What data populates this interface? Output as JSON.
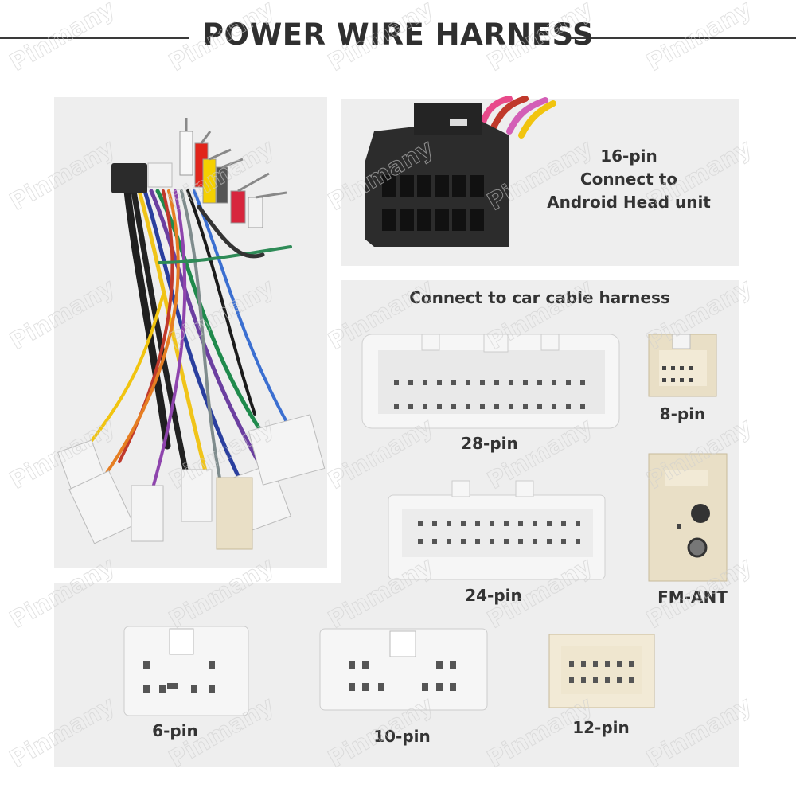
{
  "title": "POWER WIRE HARNESS",
  "watermark": "Pinmany",
  "colors": {
    "panel": "#eeeeee",
    "connector_white": "#f4f4f4",
    "connector_beige": "#e9dfc6",
    "connector_black": "#2b2b2b",
    "text": "#333333"
  },
  "connectors": {
    "pin16": {
      "lines": [
        "16-pin",
        "Connect to",
        "Android Head unit"
      ]
    },
    "section_label": "Connect to car cable harness",
    "pin28": "28-pin",
    "pin8": "8-pin",
    "pin24": "24-pin",
    "fm_ant": "FM-ANT",
    "pin6": "6-pin",
    "pin10": "10-pin",
    "pin12": "12-pin"
  }
}
